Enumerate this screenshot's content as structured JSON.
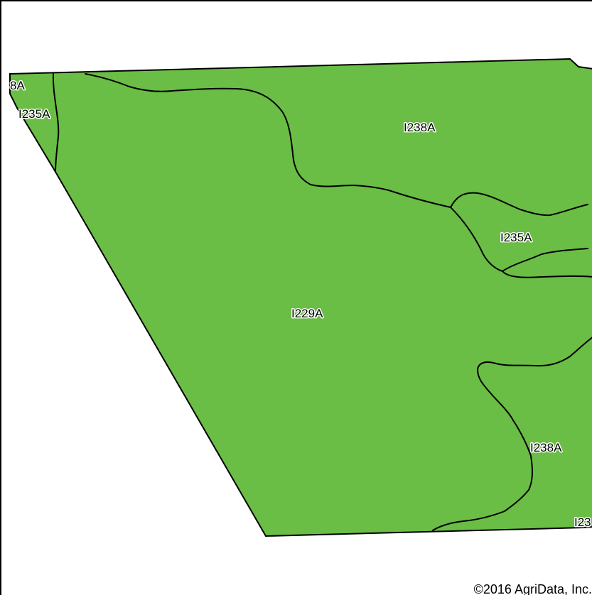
{
  "map": {
    "fill_color": "#6abd45",
    "boundary_color": "#000000",
    "soil_labels": [
      {
        "id": "label-8a",
        "text": "8A"
      },
      {
        "id": "label-i235a-west",
        "text": "I235A"
      },
      {
        "id": "label-i238a-north",
        "text": "I238A"
      },
      {
        "id": "label-i235a-east",
        "text": "I235A"
      },
      {
        "id": "label-i229a",
        "text": "I229A"
      },
      {
        "id": "label-i238a-southeast",
        "text": "I238A"
      },
      {
        "id": "label-i23-cut",
        "text": "I23"
      }
    ]
  },
  "copyright": "©2016 AgriData, Inc."
}
